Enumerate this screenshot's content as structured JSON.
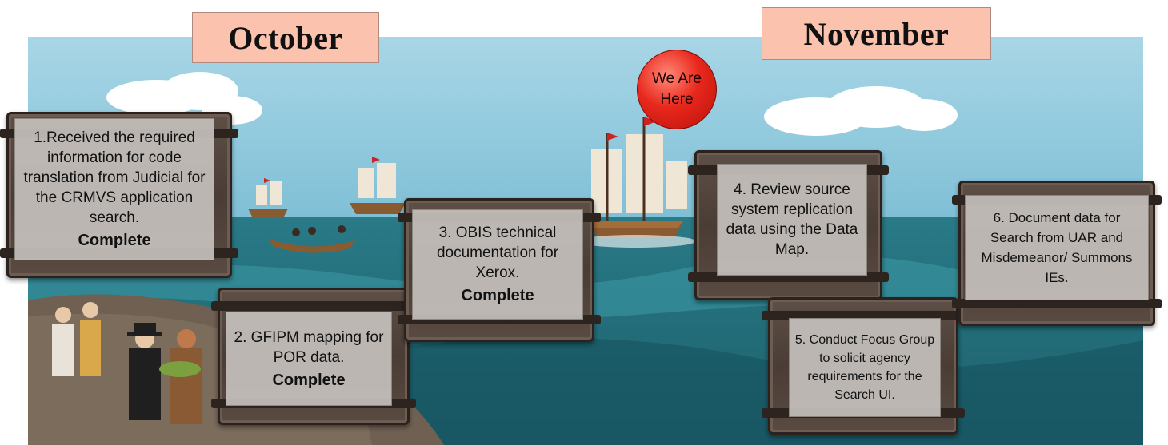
{
  "months": [
    {
      "label": "October"
    },
    {
      "label": "November"
    }
  ],
  "marker": {
    "label": "We Are Here"
  },
  "tasks": [
    {
      "text": "1.Received the required information for code translation from Judicial for the CRMVS application search.",
      "status": "Complete"
    },
    {
      "text": "2. GFIPM mapping for POR data.",
      "status": "Complete"
    },
    {
      "text": "3. OBIS technical documentation for Xerox.",
      "status": "Complete"
    },
    {
      "text": "4. Review source system replication data using the Data Map.",
      "status": ""
    },
    {
      "text": "5. Conduct Focus Group to solicit agency requirements for the Search UI.",
      "status": ""
    },
    {
      "text": "6. Document data for Search from UAR and Misdemeanor/ Summons IEs.",
      "status": ""
    }
  ],
  "colors": {
    "sky": "#8fc6da",
    "sea": "#1f6f7d",
    "month_box": "#fbc2ad",
    "marker": "#e8271c",
    "note": "#c4c0bb"
  },
  "icons": [
    "cloud-icon",
    "ship-icon",
    "rowboat-icon",
    "pilgrims-icon",
    "treasure-chest-icon"
  ]
}
